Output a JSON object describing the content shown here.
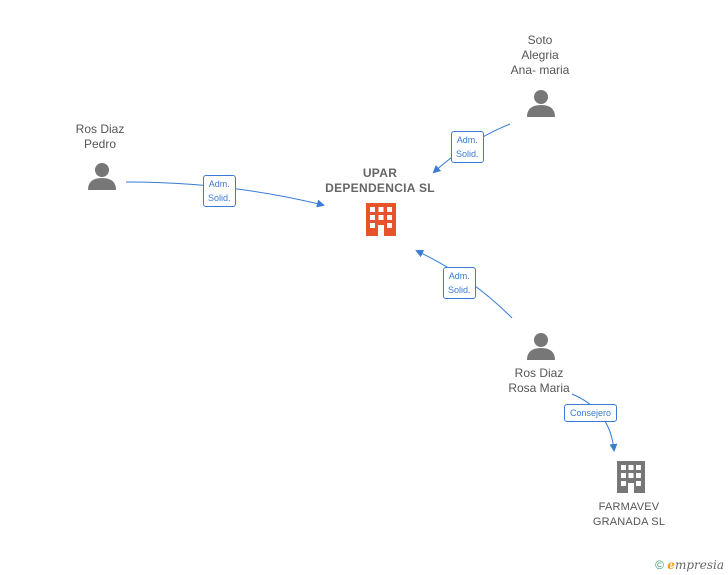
{
  "nodes": {
    "soto_alegria": {
      "lines": [
        "Soto",
        "Alegria",
        "Ana- maria"
      ],
      "icon": "person-icon"
    },
    "ros_diaz_pedro": {
      "lines": [
        "Ros Diaz",
        "Pedro"
      ],
      "icon": "person-icon"
    },
    "upar": {
      "lines": [
        "UPAR",
        "DEPENDENCIA SL"
      ],
      "icon": "building-icon"
    },
    "ros_diaz_rosa": {
      "lines": [
        "Ros Diaz",
        "Rosa Maria"
      ],
      "icon": "person-icon"
    },
    "farmavev": {
      "lines": [
        "FARMAVEV",
        "GRANADA SL"
      ],
      "icon": "building-icon"
    }
  },
  "edges": [
    {
      "lines": [
        "Adm.",
        "Solid."
      ]
    },
    {
      "lines": [
        "Adm.",
        "Solid."
      ]
    },
    {
      "lines": [
        "Adm.",
        "Solid."
      ]
    },
    {
      "lines": [
        "Consejero"
      ]
    }
  ],
  "colors": {
    "person": "#777777",
    "main_company": "#e8542a",
    "company": "#777777",
    "edge": "#3a7bd5"
  },
  "footer": {
    "copyright": "©",
    "brand_first": "e",
    "brand_rest": "mpresia"
  }
}
